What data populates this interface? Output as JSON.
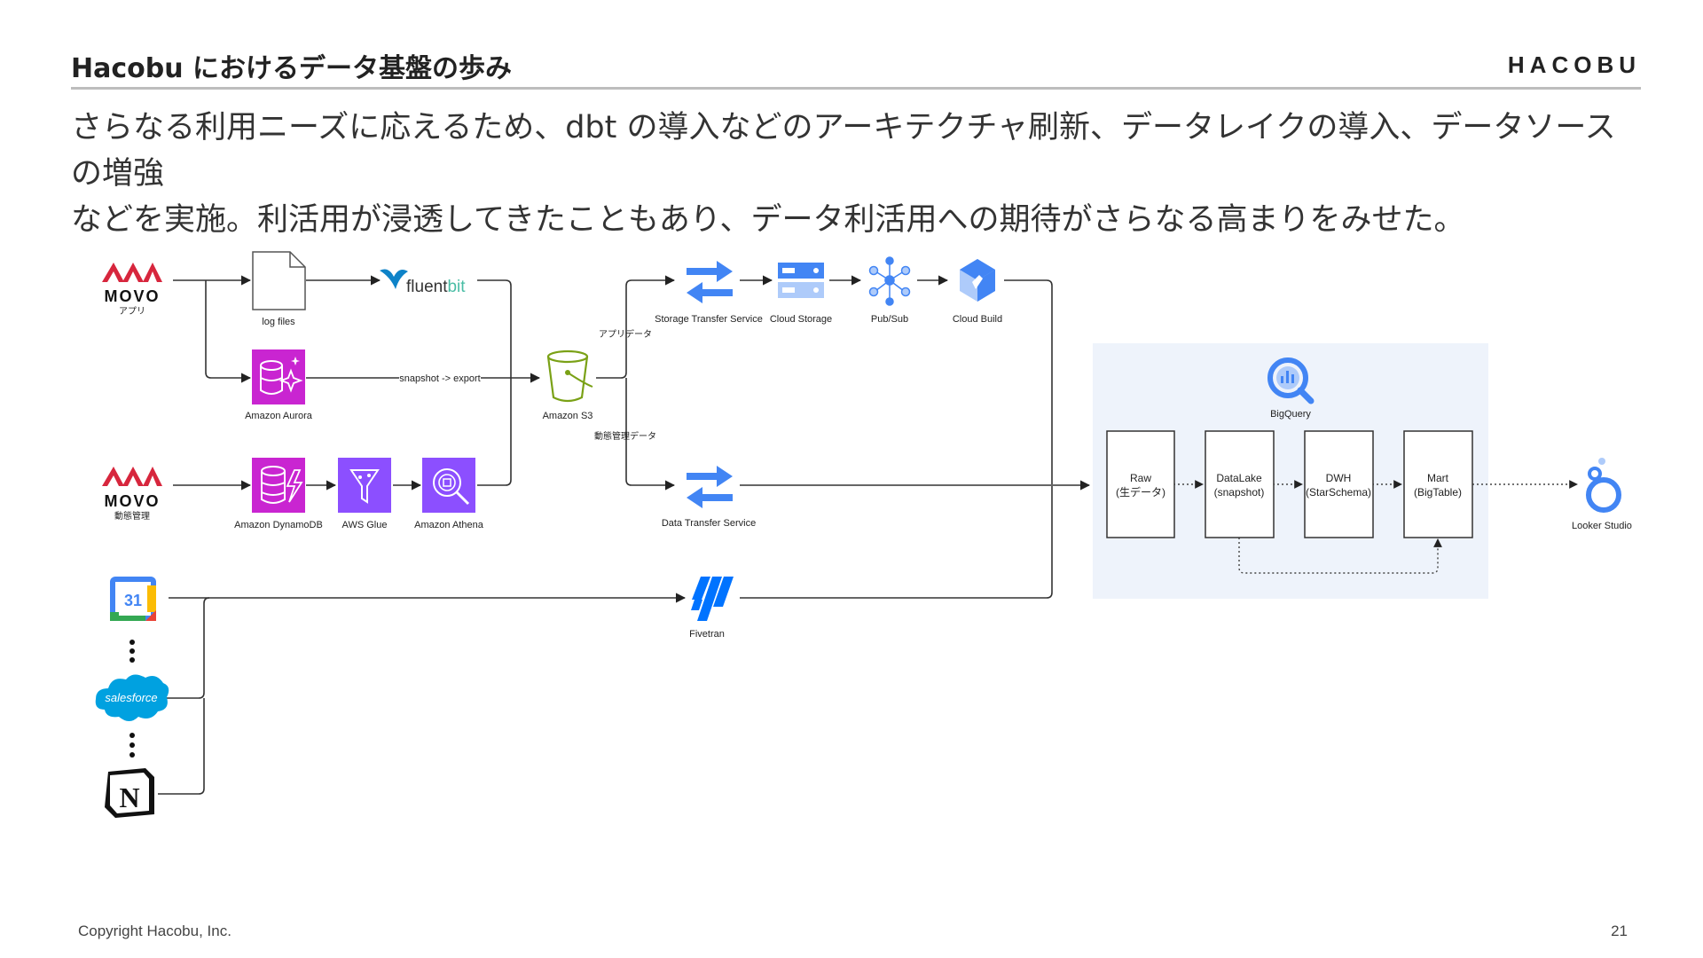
{
  "header": {
    "title": "Hacobu におけるデータ基盤の歩み",
    "brand": "HACOBU"
  },
  "lead": {
    "line1": "さらなる利用ニーズに応えるため、dbt の導入などのアーキテクチャ刷新、データレイクの導入、データソースの増強",
    "line2": "などを実施。利活用が浸透してきたこともあり、データ利活用への期待がさらなる高まりをみせた。"
  },
  "diagram": {
    "movo_text": "MOVO",
    "movo_app_caption": "アプリ",
    "movo_ops_caption": "動態管理",
    "log_files": "log files",
    "fluentbit_a": "fluent",
    "fluentbit_b": "bit",
    "amazon_aurora": "Amazon Aurora",
    "snapshot_export": "snapshot -> export",
    "amazon_dynamodb": "Amazon DynamoDB",
    "aws_glue": "AWS Glue",
    "amazon_athena": "Amazon Athena",
    "amazon_s3": "Amazon S3",
    "app_data": "アプリデータ",
    "ops_data": "動態管理データ",
    "storage_transfer": "Storage Transfer Service",
    "cloud_storage": "Cloud Storage",
    "pubsub": "Pub/Sub",
    "cloud_build": "Cloud Build",
    "data_transfer": "Data Transfer Service",
    "bigquery": "BigQuery",
    "raw_1": "Raw",
    "raw_2": "(生データ)",
    "datalake_1": "DataLake",
    "datalake_2": "(snapshot)",
    "dwh_1": "DWH",
    "dwh_2": "(StarSchema)",
    "mart_1": "Mart",
    "mart_2": "(BigTable)",
    "looker_studio": "Looker Studio",
    "calendar_day": "31",
    "salesforce": "salesforce",
    "notion_letter": "N",
    "fivetran": "Fivetran"
  },
  "colors": {
    "aws_pink": "#c925d1",
    "aws_purple": "#8c4fff",
    "gcp_blue": "#4285f4",
    "gcp_blue_light": "#aecbfa",
    "s3_green": "#7aa116",
    "movo_red": "#d7263d",
    "salesforce_blue": "#00a1e0",
    "bq_panel": "#eef3fb"
  },
  "footer": {
    "copyright": "Copyright Hacobu, Inc.",
    "page": "21"
  }
}
